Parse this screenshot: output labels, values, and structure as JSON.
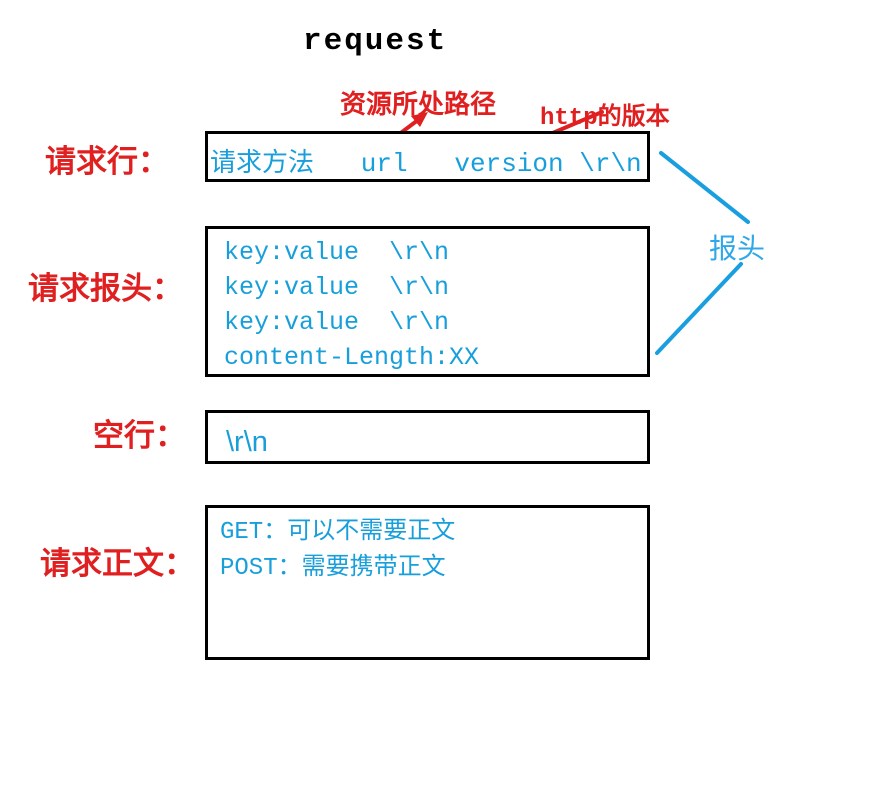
{
  "title": "request",
  "colors": {
    "red": "#e02020",
    "blue_text": "#189fdb",
    "blue_line": "#199fe0",
    "header_blue": "#2fa7e8",
    "border_black": "#000000"
  },
  "annotations": {
    "url_path": "资源所处路径",
    "http_version": "http的版本",
    "header": "报头"
  },
  "sections": {
    "request_line": {
      "label": "请求行：",
      "content": "请求方法   url   version \\r\\n"
    },
    "request_headers": {
      "label": "请求报头：",
      "lines": [
        "key:value  \\r\\n",
        "key:value  \\r\\n",
        "key:value  \\r\\n",
        "content-Length:XX"
      ]
    },
    "blank_line": {
      "label": "空行：",
      "content": "\\r\\n"
    },
    "request_body": {
      "label": "请求正文：",
      "lines": [
        "GET：可以不需要正文",
        "POST：需要携带正文"
      ]
    }
  }
}
